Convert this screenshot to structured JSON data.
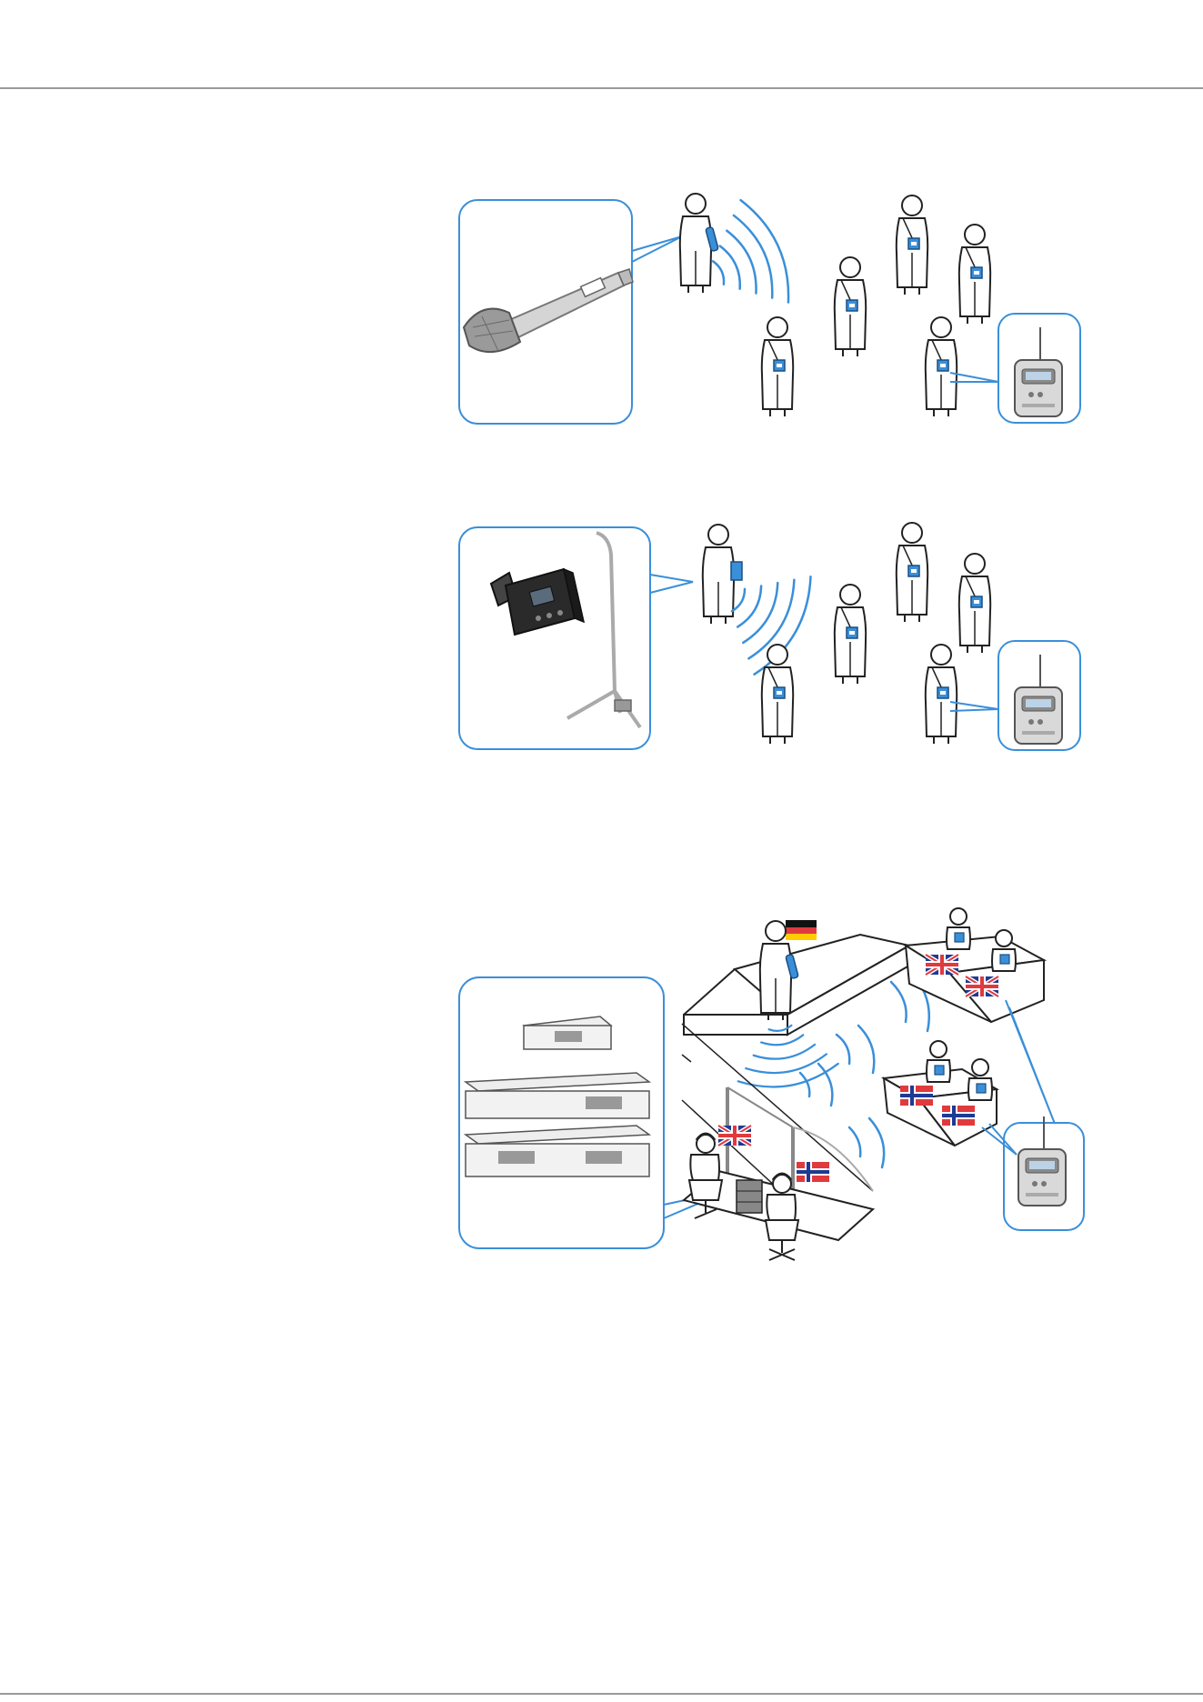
{
  "colors": {
    "accent_blue": "#3a8fd9",
    "rule_gray": "#9a9a9a",
    "line_dark": "#222222",
    "flag_red": "#e03a3e",
    "flag_navy": "#1f3a93",
    "flag_gold": "#ffcc00"
  },
  "illustrations": [
    {
      "name": "handheld-microphone-tour-guide-scene",
      "icons": [
        "handheld-microphone-icon",
        "speaker-person-icon",
        "listener-person-icon",
        "bodypack-receiver-icon"
      ]
    },
    {
      "name": "plug-on-transmitter-tour-guide-scene",
      "icons": [
        "plug-on-transmitter-icon",
        "microphone-stand-icon",
        "speaker-person-icon",
        "listener-person-icon",
        "bodypack-receiver-icon"
      ]
    },
    {
      "name": "interpretation-booth-scene",
      "icons": [
        "rack-transmitter-icon",
        "speaker-person-icon",
        "interpreter-booth-icon",
        "flag-germany-icon",
        "flag-uk-icon",
        "flag-norway-icon",
        "bodypack-receiver-icon"
      ]
    }
  ]
}
